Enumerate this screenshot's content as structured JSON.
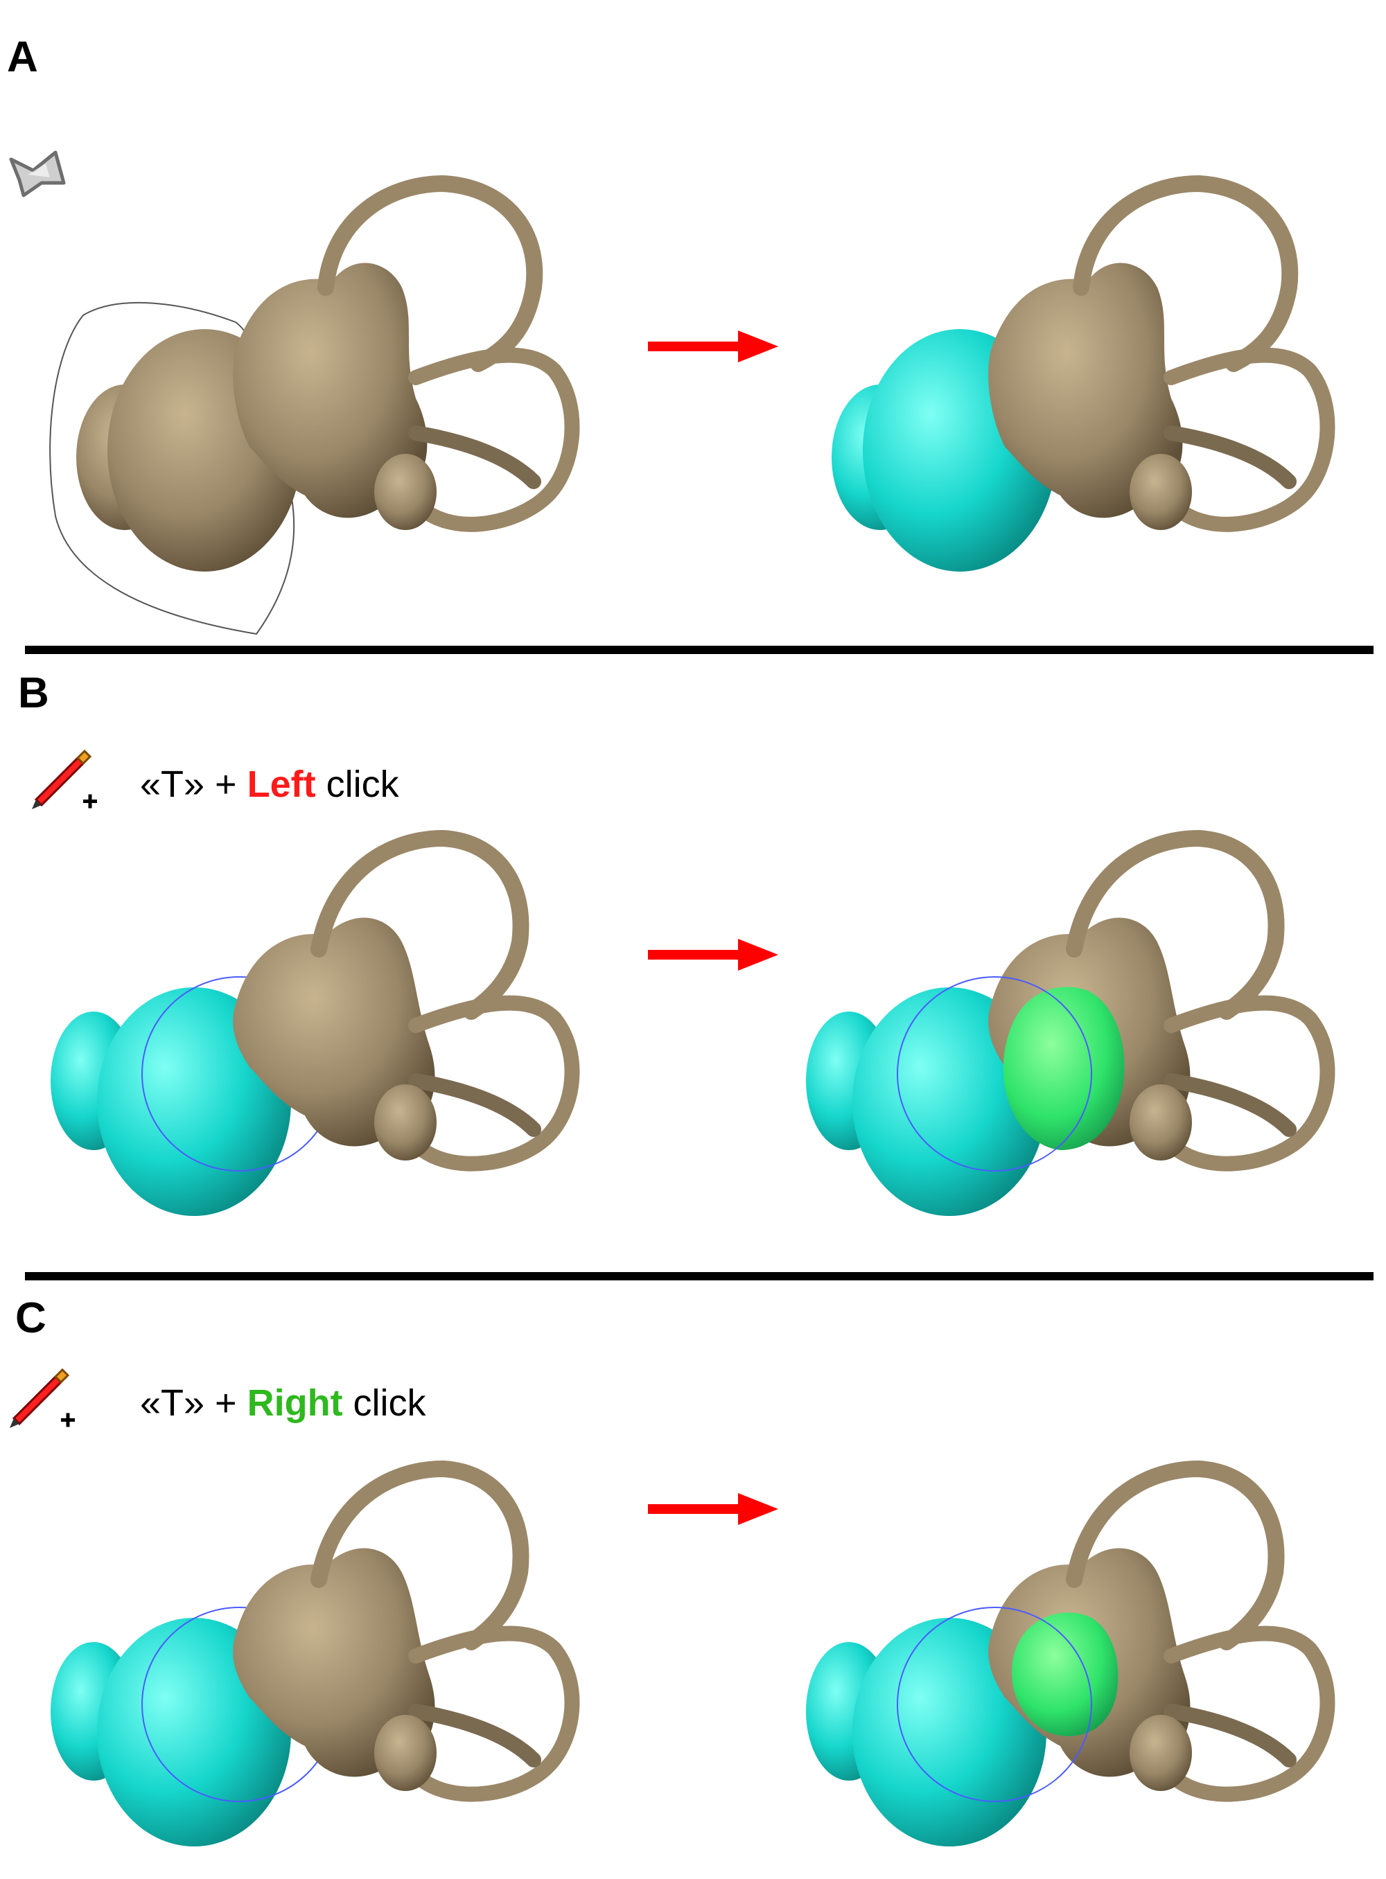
{
  "panels": [
    {
      "letter": "A"
    },
    {
      "letter": "B",
      "instruction": {
        "prefix": "«T» + ",
        "button": "Left",
        "suffix": " click"
      }
    },
    {
      "letter": "C",
      "instruction": {
        "prefix": "«T» + ",
        "button": "Right",
        "suffix": " click"
      }
    }
  ],
  "icons": {
    "panel_a_tool": "lasso-tool-icon",
    "panel_b_tool": "pencil-add-icon",
    "panel_c_tool": "pencil-add-icon"
  },
  "colors": {
    "bone": "#9a8768",
    "cochlea_segment": "#16d6cc",
    "selected_segment": "#2fe36a",
    "arrow": "#ff0000",
    "left_click_text": "#ff1a1a",
    "right_click_text": "#2fb81f"
  }
}
